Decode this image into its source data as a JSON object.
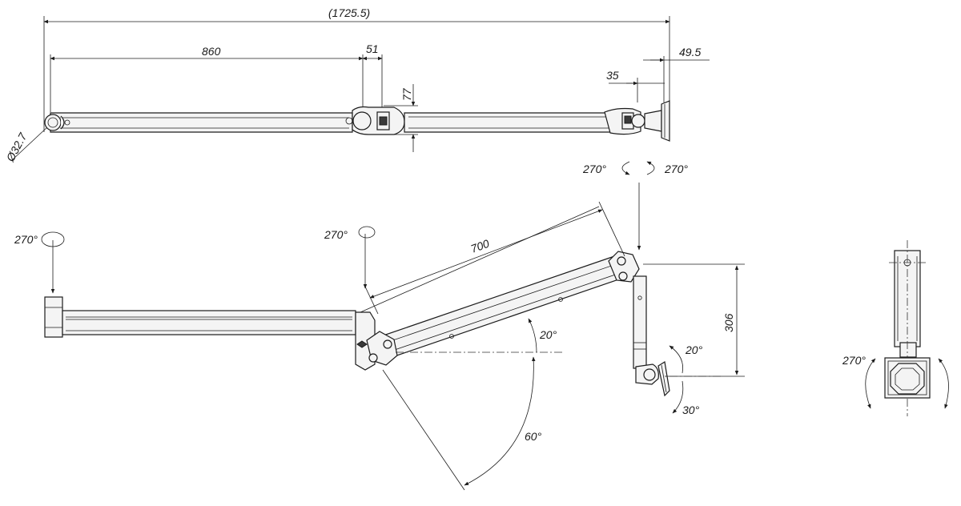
{
  "dimensions": {
    "total_length": "(1725.5)",
    "arm1_length": "860",
    "joint_offset": "51",
    "arm_height": "77",
    "tube_diameter": "Ø32.7",
    "mount_depth": "49.5",
    "mount_offset": "35",
    "arm2_length": "700",
    "drop_height": "306"
  },
  "angles": {
    "rot_top_left": "270°",
    "rot_top_right": "270°",
    "rot_base": "270°",
    "rot_elbow": "270°",
    "tilt_arm_up": "20°",
    "tilt_arm_down": "60°",
    "tilt_head_up": "20°",
    "tilt_head_down": "30°",
    "rot_end_view": "270°"
  }
}
